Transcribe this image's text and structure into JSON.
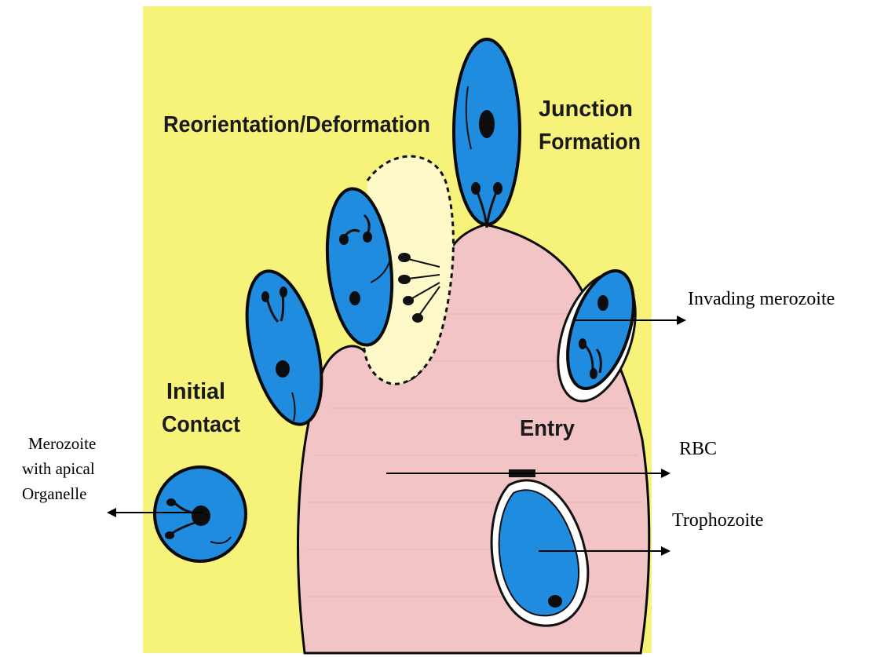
{
  "diagram": {
    "stage_labels": {
      "reorientation": "Reorientation/Deformation",
      "junction_line1": "Junction",
      "junction_line2": "Formation",
      "initial_line1": "Initial",
      "initial_line2": "Contact",
      "entry": "Entry"
    },
    "callouts": {
      "invading": "Invading merozoite",
      "rbc": "RBC",
      "trophozoite": "Trophozoite",
      "merozoite_line1": "Merozoite",
      "merozoite_line2": "with apical",
      "merozoite_line3": "Organelle"
    },
    "colors": {
      "background_panel": "#f6f27a",
      "rbc": "#f2c4c6",
      "parasite": "#1f8ce0",
      "outline": "#0a0a0a",
      "vacuole": "#ffffff"
    }
  }
}
